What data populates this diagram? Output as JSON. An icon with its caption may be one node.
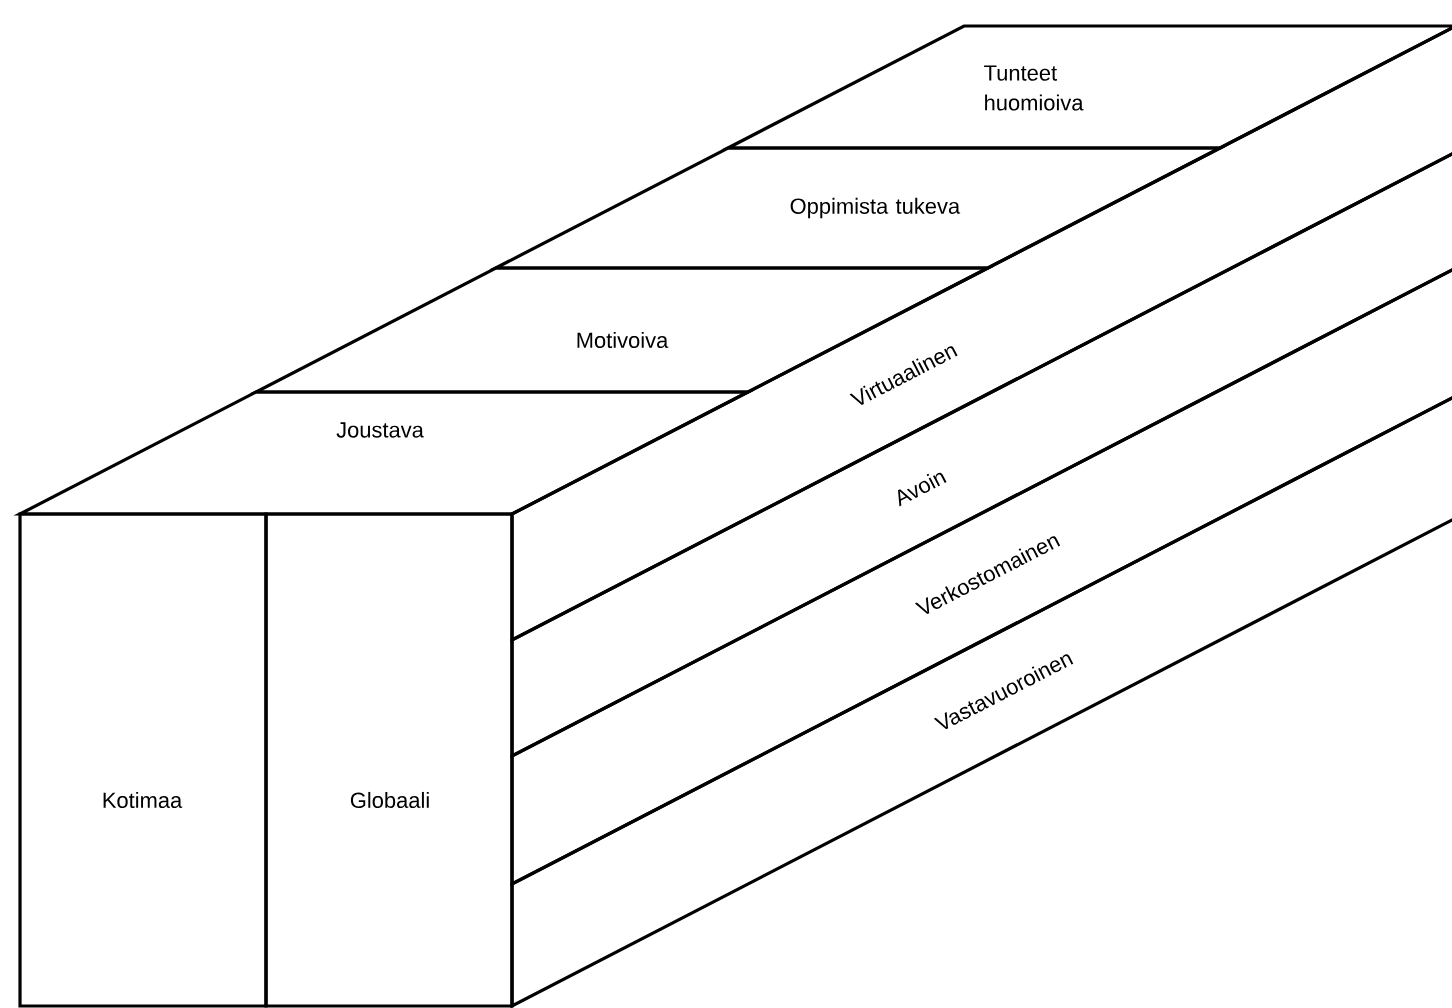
{
  "diagram": {
    "nodes": [
      {
        "text": [
          "Tunteet huomioiva"
        ]
      },
      {
        "text": [
          "Oppimista tukeva"
        ]
      },
      {
        "text": [
          "Motivoiva"
        ]
      },
      {
        "text": [
          "Joustava"
        ]
      },
      {
        "text": [
          "Virtuaalinen"
        ]
      },
      {
        "text": [
          "Avoin"
        ]
      },
      {
        "text": [
          "Verkostomainen"
        ]
      },
      {
        "text": [
          "Vastavuoroinen"
        ]
      },
      {
        "text": [
          "Kotimaa"
        ]
      },
      {
        "text": [
          "Globaali"
        ]
      }
    ]
  }
}
